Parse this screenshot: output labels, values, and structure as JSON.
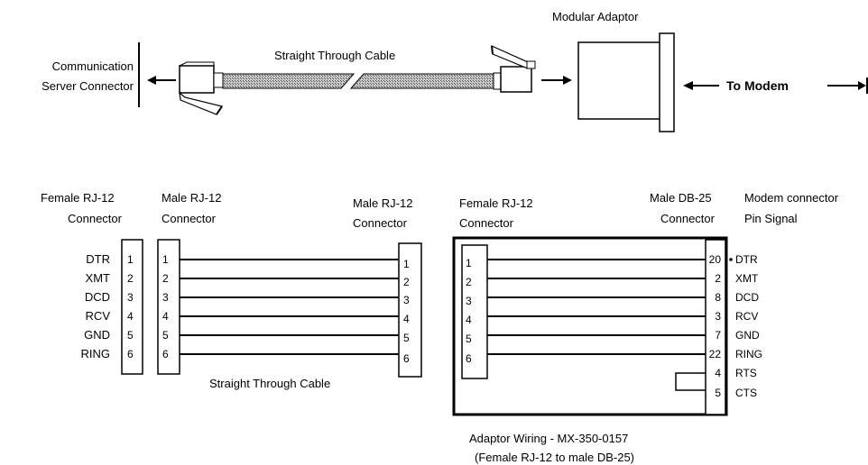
{
  "top": {
    "modular_adaptor": "Modular Adaptor",
    "straight_cable": "Straight Through Cable",
    "comm_server_1": "Communication",
    "comm_server_2": "Server Connector",
    "to_modem": "To Modem"
  },
  "wiring": {
    "female_rj12_left_1": "Female RJ-12",
    "female_rj12_left_2": "Connector",
    "male_rj12_left_1": "Male RJ-12",
    "male_rj12_left_2": "Connector",
    "male_rj12_right_1": "Male RJ-12",
    "male_rj12_right_2": "Connector",
    "female_rj12_adaptor_1": "Female RJ-12",
    "female_rj12_adaptor_2": "Connector",
    "male_db25_1": "Male DB-25",
    "male_db25_2": "Connector",
    "modem_conn_1": "Modem connector",
    "modem_conn_2": "Pin Signal",
    "signals_left": [
      "DTR",
      "XMT",
      "DCD",
      "RCV",
      "GND",
      "RING"
    ],
    "pins_rj12": [
      "1",
      "2",
      "3",
      "4",
      "5",
      "6"
    ],
    "db25_pins": [
      "20",
      "2",
      "8",
      "3",
      "7",
      "22",
      "4",
      "5"
    ],
    "modem_signals": [
      "DTR",
      "XMT",
      "DCD",
      "RCV",
      "GND",
      "RING",
      "RTS",
      "CTS"
    ],
    "straight_cable_bottom": "Straight Through Cable",
    "adaptor_caption_1": "Adaptor Wiring - MX-350-0157",
    "adaptor_caption_2": "(Female RJ-12 to male DB-25)"
  }
}
